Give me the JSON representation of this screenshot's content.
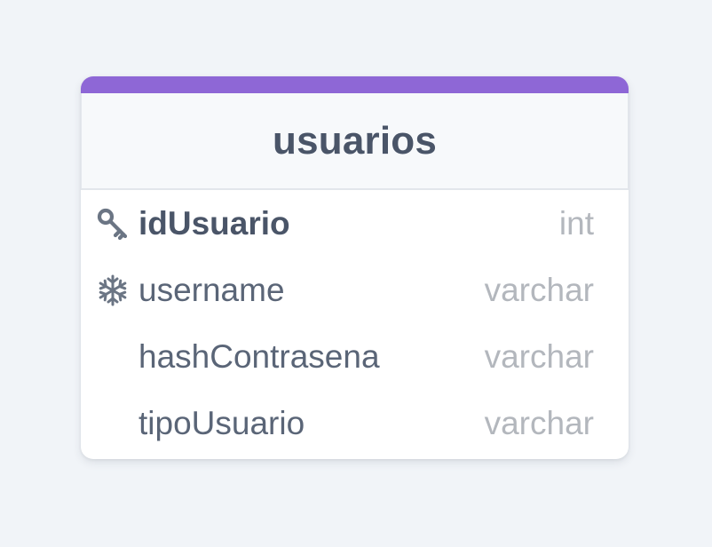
{
  "colors": {
    "background": "#f1f4f8",
    "accent": "#8e67d6",
    "header_bg": "#f7f9fb",
    "title": "#4a5568",
    "column_name": "#5a6577",
    "column_type": "#b3b7bd",
    "icon": "#6b7584"
  },
  "table": {
    "name": "usuarios",
    "columns": [
      {
        "name": "idUsuario",
        "type": "int",
        "primary_key": true,
        "icon": "key-icon"
      },
      {
        "name": "username",
        "type": "varchar",
        "primary_key": false,
        "icon": "snowflake-icon"
      },
      {
        "name": "hashContrasena",
        "type": "varchar",
        "primary_key": false,
        "icon": ""
      },
      {
        "name": "tipoUsuario",
        "type": "varchar",
        "primary_key": false,
        "icon": ""
      }
    ]
  }
}
